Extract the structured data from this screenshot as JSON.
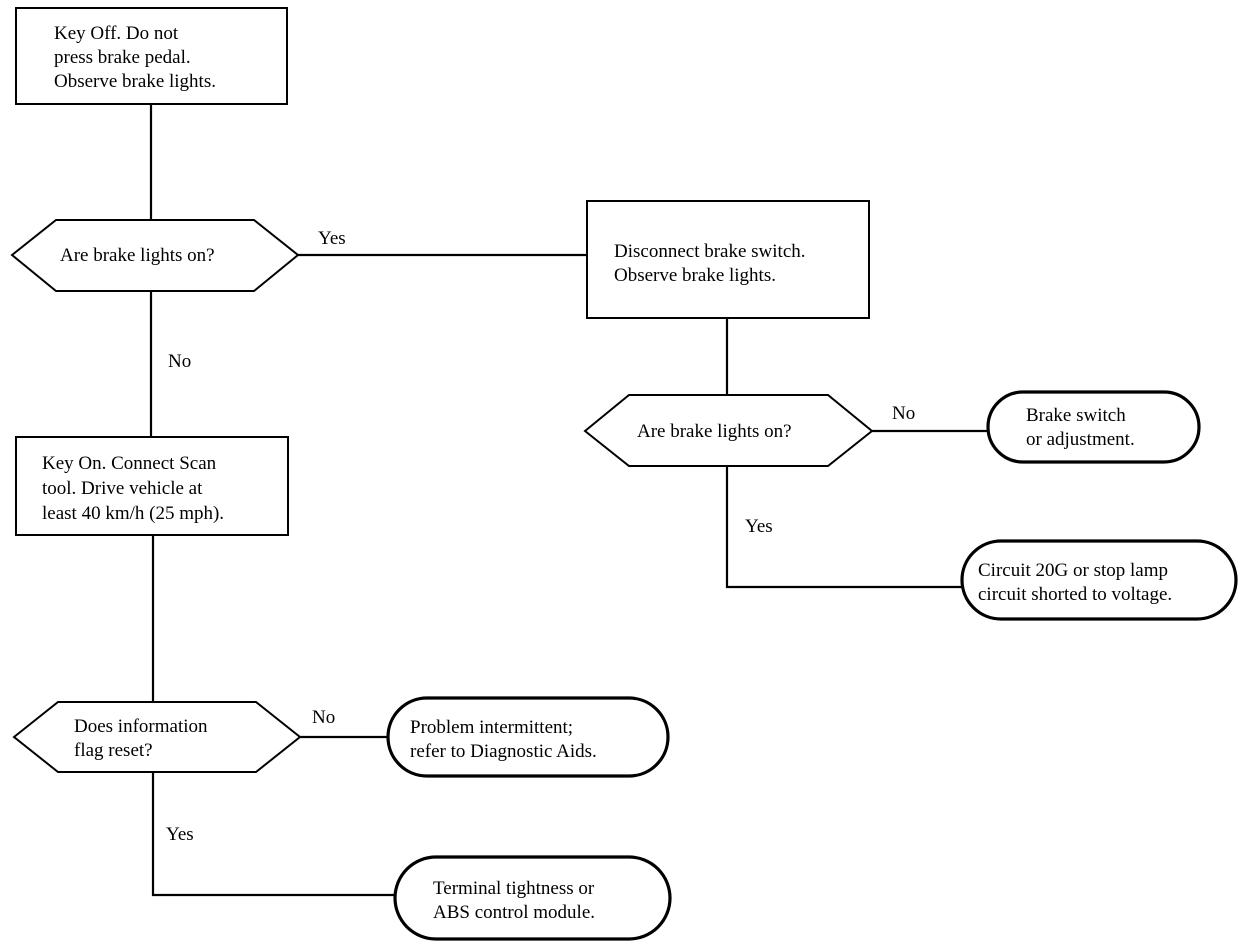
{
  "diagram": {
    "nodes": {
      "n1": {
        "lines": [
          "Key Off.  Do not",
          "press brake pedal.",
          "Observe brake lights."
        ]
      },
      "d1": {
        "lines": [
          "Are brake lights on?"
        ]
      },
      "n2": {
        "lines": [
          "Disconnect brake switch.",
          "Observe brake lights."
        ]
      },
      "d2": {
        "lines": [
          "Are brake lights on?"
        ]
      },
      "t1": {
        "lines": [
          "Brake switch",
          "or adjustment."
        ]
      },
      "t2": {
        "lines": [
          "Circuit 20G or stop lamp",
          "circuit shorted to voltage."
        ]
      },
      "n3": {
        "lines": [
          "Key On.  Connect Scan",
          "tool.  Drive vehicle at",
          "least 40 km/h (25 mph)."
        ]
      },
      "d3": {
        "lines": [
          "Does information",
          "flag reset?"
        ]
      },
      "t3": {
        "lines": [
          "Problem intermittent;",
          "refer to Diagnostic Aids."
        ]
      },
      "t4": {
        "lines": [
          "Terminal tightness or",
          "ABS control module."
        ]
      }
    },
    "edge_labels": {
      "d1_yes": "Yes",
      "d1_no": "No",
      "d2_no": "No",
      "d2_yes": "Yes",
      "d3_no": "No",
      "d3_yes": "Yes"
    }
  }
}
